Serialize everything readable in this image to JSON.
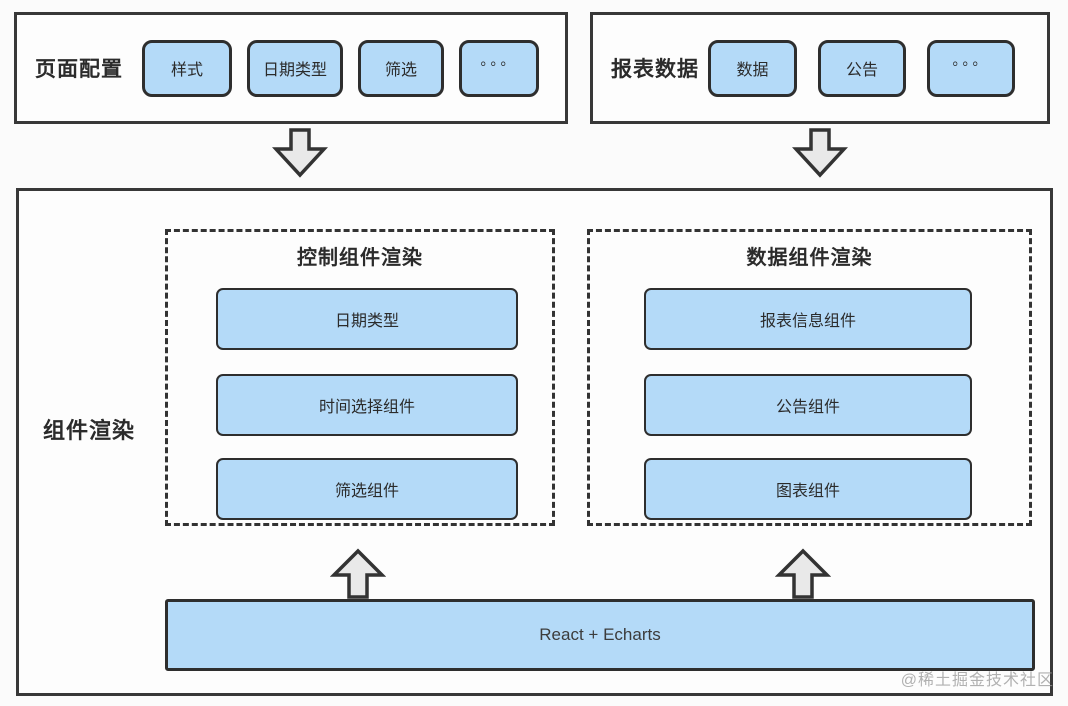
{
  "page_config": {
    "label": "页面配置",
    "chips": [
      "样式",
      "日期类型",
      "筛选",
      "。。。"
    ]
  },
  "report_data": {
    "label": "报表数据",
    "chips": [
      "数据",
      "公告",
      "。。。"
    ]
  },
  "component_render": {
    "label": "组件渲染",
    "control_group": {
      "title": "控制组件渲染",
      "nodes": [
        "日期类型",
        "时间选择组件",
        "筛选组件"
      ]
    },
    "data_group": {
      "title": "数据组件渲染",
      "nodes": [
        "报表信息组件",
        "公告组件",
        "图表组件"
      ]
    },
    "foundation": "React + Echarts"
  },
  "watermark": "@稀土掘金技术社区",
  "icons": {
    "down_arrow": "block-down-arrow",
    "up_arrow": "block-up-arrow"
  },
  "colors": {
    "node_fill": "#B4DAF8",
    "border": "#333333",
    "arrow_fill": "#E9E9E9",
    "background": "#FBFBFB",
    "text": "#2B2B2B",
    "watermark": "#A9A9A9"
  }
}
